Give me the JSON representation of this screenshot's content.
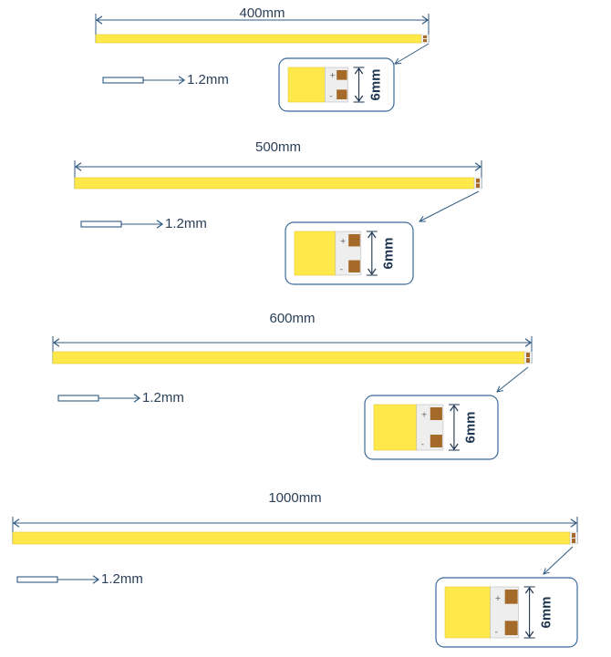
{
  "colors": {
    "strip": "#ffe94a",
    "strip_edge": "#e0c92a",
    "pad": "#a56a2a",
    "board": "#eeeeee",
    "line": "#2f5a82",
    "callout_border": "#3a6a99"
  },
  "strips": [
    {
      "id": "strip-400",
      "length_label": "400mm",
      "thickness_label": "1.2mm",
      "width_label": "6mm"
    },
    {
      "id": "strip-500",
      "length_label": "500mm",
      "thickness_label": "1.2mm",
      "width_label": "6mm"
    },
    {
      "id": "strip-600",
      "length_label": "600mm",
      "thickness_label": "1.2mm",
      "width_label": "6mm"
    },
    {
      "id": "strip-1000",
      "length_label": "1000mm",
      "thickness_label": "1.2mm",
      "width_label": "6mm"
    }
  ],
  "pad_marks": {
    "plus": "+",
    "minus": "-"
  }
}
